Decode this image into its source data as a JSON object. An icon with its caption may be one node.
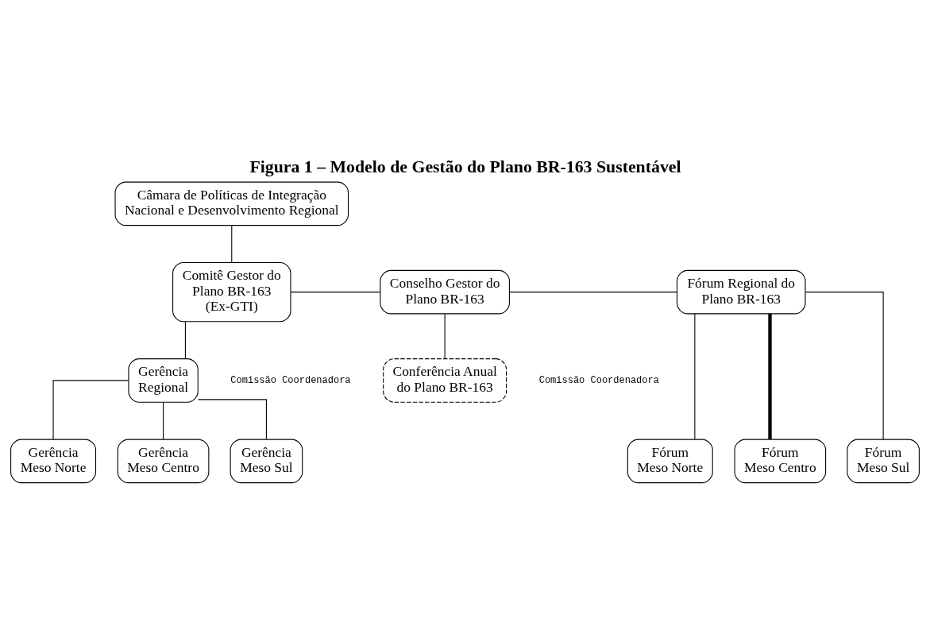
{
  "diagram": {
    "title": "Figura 1 – Modelo de Gestão do Plano BR-163 Sustentável",
    "nodes": [
      {
        "text": [
          "Câmara de Políticas de Integração Nacional e Desenvolvimento Regional"
        ]
      },
      {
        "text": [
          "Comitê Gestor do Plano BR-163 (Ex-GTI)"
        ]
      },
      {
        "text": [
          "Conselho Gestor do Plano BR-163"
        ]
      },
      {
        "text": [
          "Fórum Regional do Plano BR-163"
        ]
      },
      {
        "text": [
          "Gerência Regional"
        ]
      },
      {
        "text": [
          "Conferência Anual do Plano BR-163"
        ]
      },
      {
        "text": [
          "Gerência Meso Norte"
        ]
      },
      {
        "text": [
          "Gerência Meso Centro"
        ]
      },
      {
        "text": [
          "Gerência Meso Sul"
        ]
      },
      {
        "text": [
          "Fórum Meso Norte"
        ]
      },
      {
        "text": [
          "Fórum Meso Centro"
        ]
      },
      {
        "text": [
          "Fórum Meso Sul"
        ]
      }
    ],
    "edges": [
      {
        "from": 0,
        "to": 1,
        "arrow": "none"
      },
      {
        "from": 1,
        "to": 2,
        "arrow": "none"
      },
      {
        "from": 2,
        "to": 3,
        "arrow": "none"
      },
      {
        "from": 1,
        "to": 4,
        "arrow": "none"
      },
      {
        "from": 2,
        "to": 5,
        "arrow": "none"
      },
      {
        "from": 4,
        "to": 6,
        "arrow": "none"
      },
      {
        "from": 4,
        "to": 7,
        "arrow": "none"
      },
      {
        "from": 4,
        "to": 8,
        "arrow": "none"
      },
      {
        "from": 3,
        "to": 9,
        "arrow": "none"
      },
      {
        "from": 3,
        "to": 10,
        "arrow": "none",
        "style": "thick"
      },
      {
        "from": 3,
        "to": 11,
        "arrow": "none"
      }
    ],
    "labels": [
      "Comissão Coordenadora",
      "Comissão Coordenadora"
    ]
  }
}
